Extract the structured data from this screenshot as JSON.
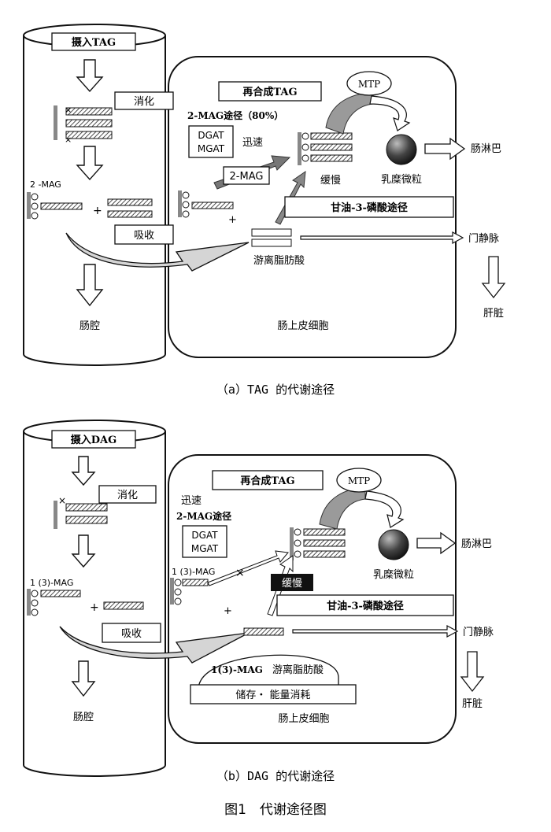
{
  "figure_title": "图1　代谢途径图",
  "panel_a": {
    "caption": "（a）TAG 的代谢途径",
    "intake": "摄入TAG",
    "digestion": "消化",
    "mag": "2 -MAG",
    "absorption": "吸收",
    "lumen": "肠腔",
    "cell": "肠上皮细胞",
    "resynthesis": "再合成TAG",
    "pathway_2mag": "2-MAG途径（80%）",
    "enzymes": [
      "DGAT",
      "MGAT"
    ],
    "fast": "迅速",
    "mag_arrow_label": "2-MAG",
    "slow": "缓慢",
    "g3p": "甘油-3-磷酸途径",
    "mtp": "MTP",
    "chylomicron": "乳糜微粒",
    "lymph": "肠淋巴",
    "ffa": "游离脂肪酸",
    "portal": "门静脉",
    "liver": "肝脏"
  },
  "panel_b": {
    "caption": "（b）DAG 的代谢途径",
    "intake": "摄入DAG",
    "digestion": "消化",
    "mag": "1 (3)-MAG",
    "absorption": "吸收",
    "lumen": "肠腔",
    "cell": "肠上皮细胞",
    "resynthesis": "再合成TAG",
    "fast": "迅速",
    "pathway_2mag": "2-MAG途径",
    "enzymes": [
      "DGAT",
      "MGAT"
    ],
    "cell_mag": "1 (3)-MAG",
    "slow": "缓慢",
    "g3p": "甘油-3-磷酸途径",
    "mtp": "MTP",
    "chylomicron": "乳糜微粒",
    "lymph": "肠淋巴",
    "portal": "门静脉",
    "liver": "肝脏",
    "storage_mag": "1(3)-MAG",
    "storage_ffa": "游离脂肪酸",
    "storage": "储存・ 能量消耗"
  }
}
